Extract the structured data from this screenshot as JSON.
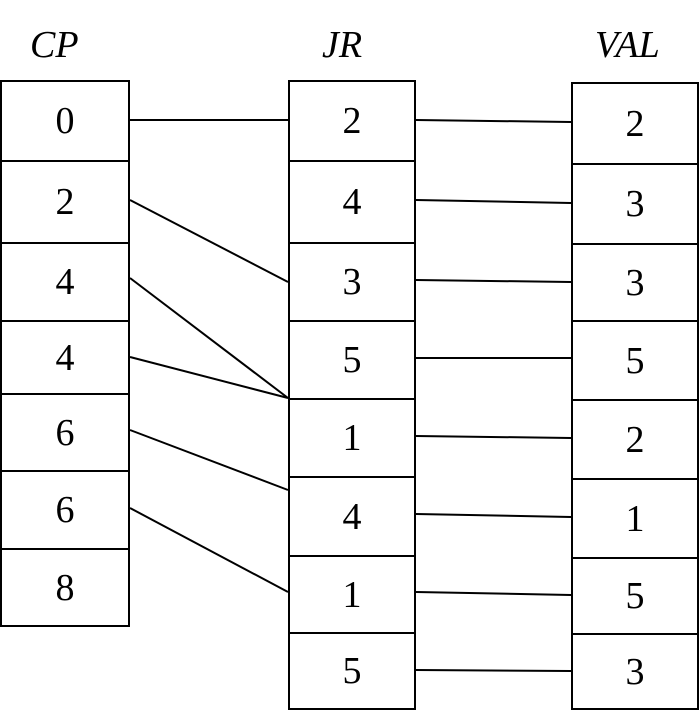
{
  "columns": {
    "cp": {
      "title": "CP",
      "values": [
        "0",
        "2",
        "4",
        "4",
        "6",
        "6",
        "8"
      ]
    },
    "jr": {
      "title": "JR",
      "values": [
        "2",
        "4",
        "3",
        "5",
        "1",
        "4",
        "1",
        "5"
      ]
    },
    "val": {
      "title": "VAL",
      "values": [
        "2",
        "3",
        "3",
        "5",
        "2",
        "1",
        "5",
        "3"
      ]
    }
  },
  "links": {
    "cp_to_jr": [
      [
        0,
        0
      ],
      [
        1,
        2
      ],
      [
        2,
        4
      ],
      [
        3,
        4
      ],
      [
        4,
        5
      ],
      [
        5,
        6
      ]
    ],
    "jr_to_val": [
      [
        0,
        0
      ],
      [
        1,
        1
      ],
      [
        2,
        2
      ],
      [
        3,
        3
      ],
      [
        4,
        4
      ],
      [
        5,
        5
      ],
      [
        6,
        6
      ],
      [
        7,
        7
      ]
    ]
  }
}
